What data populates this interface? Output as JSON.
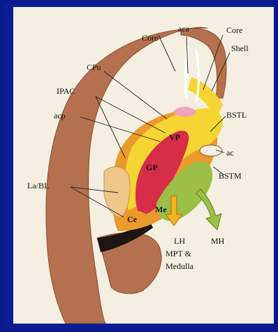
{
  "labels": {
    "core_left": "Core",
    "aca": "aca",
    "core_right": "Core",
    "shell": "Shell",
    "cpu": "CPu",
    "ipac": "IPAC",
    "acp": "acp",
    "bstl": "BSTL",
    "ac": "ac",
    "bstm": "BSTM",
    "la_bl": "La/BL",
    "vp": "VP",
    "gp": "GP",
    "me": "Me",
    "ce": "Ce",
    "lh": "LH",
    "mpt_medulla_line1": "MPT &",
    "mpt_medulla_line2": "Medulla",
    "mh": "MH"
  },
  "colors": {
    "background_frame": "#0a1a8c",
    "panel": "#f4efe1",
    "brain_tissue": "#b5714e",
    "yellow_region": "#f5d531",
    "orange_region": "#eb9a2c",
    "red_region": "#d62d48",
    "green_region": "#9cbf47",
    "dark_region": "#1c1512"
  }
}
